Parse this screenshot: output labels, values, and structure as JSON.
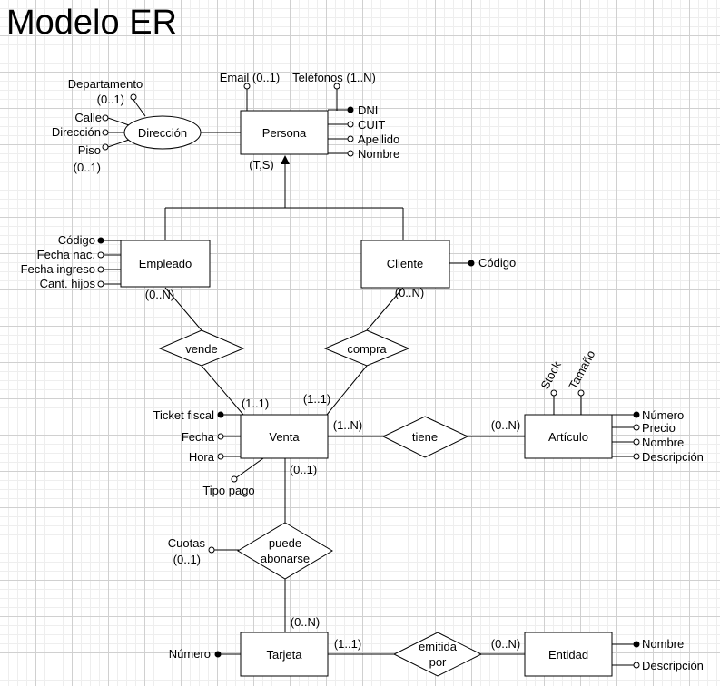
{
  "title": "Modelo ER",
  "entities": {
    "persona": "Persona",
    "empleado": "Empleado",
    "cliente": "Cliente",
    "venta": "Venta",
    "articulo": "Artículo",
    "tarjeta": "Tarjeta",
    "entidad": "Entidad"
  },
  "composite_attributes": {
    "direccion": "Dirección"
  },
  "relationships": {
    "vende": "vende",
    "compra": "compra",
    "tiene": "tiene",
    "puede_abonarse": [
      "puede",
      "abonarse"
    ],
    "emitida_por": [
      "emitida",
      "por"
    ]
  },
  "attributes": {
    "persona": {
      "dni": "DNI",
      "cuit": "CUIT",
      "apellido": "Apellido",
      "nombre": "Nombre",
      "email": "Email (0..1)",
      "telefonos": "Teléfonos (1..N)"
    },
    "direccion": {
      "departamento": "Departamento",
      "departamento_card": "(0..1)",
      "calle": "Calle",
      "direccion": "Dirección",
      "piso": "Piso",
      "piso_card": "(0..1)"
    },
    "empleado": {
      "codigo": "Código",
      "fecha_nac": "Fecha nac.",
      "fecha_ingreso": "Fecha ingreso",
      "cant_hijos": "Cant. hijos"
    },
    "cliente": {
      "codigo": "Código"
    },
    "venta": {
      "ticket_fiscal": "Ticket fiscal",
      "fecha": "Fecha",
      "hora": "Hora",
      "tipo_pago": "Tipo pago"
    },
    "articulo": {
      "stock": "Stock",
      "tamano": "Tamaño",
      "numero": "Número",
      "precio": "Precio",
      "nombre": "Nombre",
      "descripcion": "Descripción"
    },
    "puede_abonarse": {
      "cuotas": "Cuotas",
      "cuotas_card": "(0..1)"
    },
    "tarjeta": {
      "numero": "Número"
    },
    "entidad": {
      "nombre": "Nombre",
      "descripcion": "Descripción"
    }
  },
  "cardinalities": {
    "specialization": "(T,S)",
    "empleado_vende": "(0..N)",
    "cliente_compra": "(0..N)",
    "venta_vende": "(1..1)",
    "venta_compra": "(1..1)",
    "venta_tiene": "(1..N)",
    "articulo_tiene": "(0..N)",
    "venta_abonarse": "(0..1)",
    "tarjeta_abonarse": "(0..N)",
    "tarjeta_emitida": "(1..1)",
    "entidad_emitida": "(0..N)"
  }
}
